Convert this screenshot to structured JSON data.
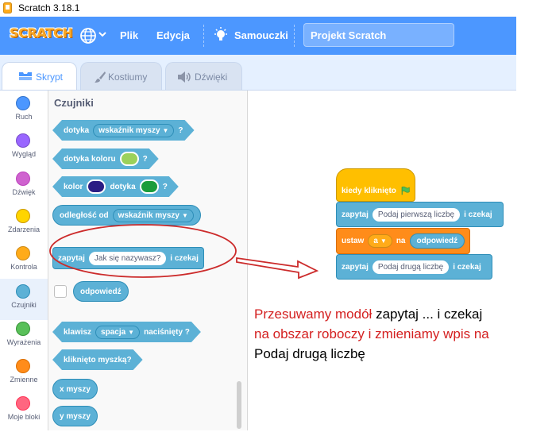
{
  "window": {
    "title": "Scratch 3.18.1"
  },
  "menubar": {
    "logo": "SCRATCH",
    "file": "Plik",
    "edit": "Edycja",
    "tutorials": "Samouczki",
    "project_title": "Projekt Scratch"
  },
  "tabs": [
    {
      "label": "Skrypt",
      "icon": "code-icon",
      "active": true
    },
    {
      "label": "Kostiumy",
      "icon": "brush-icon",
      "active": false
    },
    {
      "label": "Dźwięki",
      "icon": "speaker-icon",
      "active": false
    }
  ],
  "categories": [
    {
      "label": "Ruch",
      "color": "#4c97ff",
      "border": "#3373cc"
    },
    {
      "label": "Wygląd",
      "color": "#9966ff",
      "border": "#774dcb"
    },
    {
      "label": "Dźwięk",
      "color": "#cf63cf",
      "border": "#bd42bd"
    },
    {
      "label": "Zdarzenia",
      "color": "#ffd500",
      "border": "#cc9900"
    },
    {
      "label": "Kontrola",
      "color": "#ffab19",
      "border": "#cf8b17"
    },
    {
      "label": "Czujniki",
      "color": "#5cb1d6",
      "border": "#2e8eb8",
      "selected": true
    },
    {
      "label": "Wyrażenia",
      "color": "#59c059",
      "border": "#389438"
    },
    {
      "label": "Zmienne",
      "color": "#ff8c1a",
      "border": "#db6e00"
    },
    {
      "label": "Moje bloki",
      "color": "#ff6680",
      "border": "#ff3355"
    }
  ],
  "palette": {
    "title": "Czujniki",
    "touching": {
      "text": "dotyka",
      "menu": "wskaźnik myszy",
      "end": "?"
    },
    "touching_color": {
      "text": "dotyka koloru",
      "end": "?",
      "color": "#9bd15b"
    },
    "color_touching": {
      "text1": "kolor",
      "text2": "dotyka",
      "end": "?",
      "color1": "#2b1d84",
      "color2": "#1a9c3a"
    },
    "distance": {
      "text": "odległość od",
      "menu": "wskaźnik myszy"
    },
    "ask": {
      "text": "zapytaj",
      "input": "Jak się nazywasz?",
      "end": "i czekaj"
    },
    "answer": {
      "text": "odpowiedź"
    },
    "key_pressed": {
      "text": "klawisz",
      "menu": "spacja",
      "end": "naciśnięty ?"
    },
    "mouse_down": {
      "text": "kliknięto myszką?"
    },
    "mouse_x": {
      "text": "x myszy"
    },
    "mouse_y": {
      "text": "y myszy"
    }
  },
  "script": {
    "when_flag": {
      "text": "kiedy kliknięto"
    },
    "ask1": {
      "text": "zapytaj",
      "input": "Podaj pierwszą liczbę",
      "end": "i czekaj"
    },
    "set_var": {
      "text": "ustaw",
      "var": "a",
      "to": "na",
      "value": "odpowiedź"
    },
    "ask2": {
      "text": "zapytaj",
      "input": "Podaj drugą liczbę",
      "end": "i czekaj"
    }
  },
  "annotation": {
    "p1_red": "Przesuwamy modół",
    "p1_black": "zapytaj ... i czekaj",
    "p2_red": "na obszar roboczy i zmieniamy wpis na",
    "p3_black": "Podaj drugą liczbę"
  },
  "colors": {
    "menubar": "#4c97ff",
    "sensing": "#5cb1d6",
    "events": "#ffbf00",
    "variables": "#ff8c1a",
    "annotation_red": "#d42020",
    "highlight_ellipse": "#cc2b2b"
  }
}
